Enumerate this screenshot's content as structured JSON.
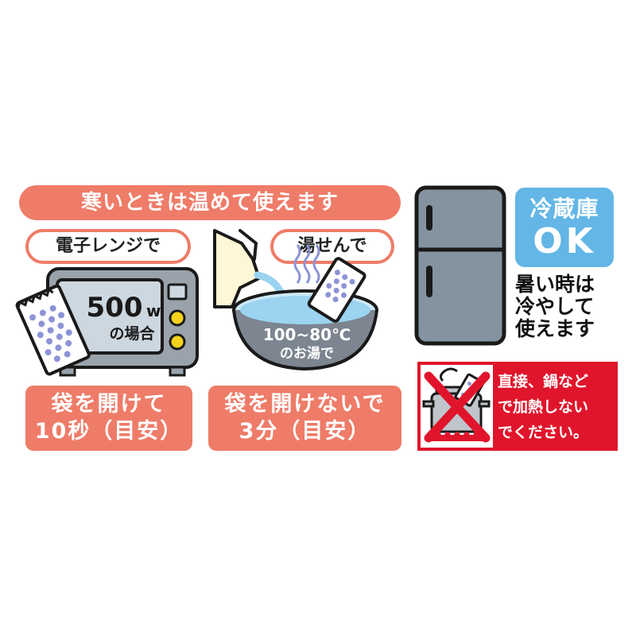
{
  "banner": {
    "title": "寒いときは温めて使えます"
  },
  "microwave": {
    "label": "電子レンジで",
    "watt_value": "500",
    "watt_unit": "w",
    "watt_note": "の場合",
    "instruction_line1": "袋を開けて",
    "instruction_line2": "10秒（目安）"
  },
  "hot_water": {
    "label": "湯せんで",
    "temp": "100~80℃",
    "temp_note": "のお湯で",
    "instruction_line1": "袋を開けないで",
    "instruction_line2": "3分（目安）"
  },
  "fridge": {
    "ok_line1": "冷蔵庫",
    "ok_line2": "OK",
    "summer_line1": "暑い時は",
    "summer_line2": "冷やして",
    "summer_line3": "使えます"
  },
  "warning": {
    "line1": "直接、鍋など",
    "line2": "で加熱しない",
    "line3": "でください。"
  },
  "colors": {
    "accent_orange": "#ee7c68",
    "ok_blue": "#63b6e6",
    "warning_red": "#e0152b",
    "fridge_gray": "#8593a1",
    "microwave_gray": "#9aa3ab",
    "yellow": "#f5d21a"
  }
}
